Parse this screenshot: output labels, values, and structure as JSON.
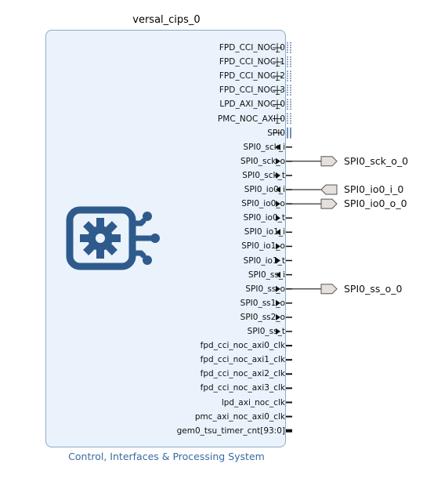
{
  "ip": {
    "title": "versal_cips_0",
    "subtitle": "Control, Interfaces & Processing System"
  },
  "pins": [
    {
      "name": "FPD_CCI_NOC_0",
      "kind": "bus"
    },
    {
      "name": "FPD_CCI_NOC_1",
      "kind": "bus"
    },
    {
      "name": "FPD_CCI_NOC_2",
      "kind": "bus"
    },
    {
      "name": "FPD_CCI_NOC_3",
      "kind": "bus"
    },
    {
      "name": "LPD_AXI_NOC_0",
      "kind": "bus"
    },
    {
      "name": "PMC_NOC_AXI_0",
      "kind": "bus"
    },
    {
      "name": "SPI0",
      "kind": "bus-open"
    },
    {
      "name": "SPI0_sck_i",
      "kind": "in"
    },
    {
      "name": "SPI0_sck_o",
      "kind": "out",
      "ext": "SPI0_sck_o_0",
      "ext_dir": "out"
    },
    {
      "name": "SPI0_sck_t",
      "kind": "out"
    },
    {
      "name": "SPI0_io0_i",
      "kind": "in",
      "ext": "SPI0_io0_i_0",
      "ext_dir": "in"
    },
    {
      "name": "SPI0_io0_o",
      "kind": "out",
      "ext": "SPI0_io0_o_0",
      "ext_dir": "out"
    },
    {
      "name": "SPI0_io0_t",
      "kind": "out"
    },
    {
      "name": "SPI0_io1_i",
      "kind": "in"
    },
    {
      "name": "SPI0_io1_o",
      "kind": "out"
    },
    {
      "name": "SPI0_io1_t",
      "kind": "out"
    },
    {
      "name": "SPI0_ss_i",
      "kind": "in"
    },
    {
      "name": "SPI0_ss_o",
      "kind": "out",
      "ext": "SPI0_ss_o_0",
      "ext_dir": "out"
    },
    {
      "name": "SPI0_ss1_o",
      "kind": "out"
    },
    {
      "name": "SPI0_ss2_o",
      "kind": "out"
    },
    {
      "name": "SPI0_ss_t",
      "kind": "out"
    },
    {
      "name": "fpd_cci_noc_axi0_clk",
      "kind": "clk"
    },
    {
      "name": "fpd_cci_noc_axi1_clk",
      "kind": "clk"
    },
    {
      "name": "fpd_cci_noc_axi2_clk",
      "kind": "clk"
    },
    {
      "name": "fpd_cci_noc_axi3_clk",
      "kind": "clk"
    },
    {
      "name": "lpd_axi_noc_clk",
      "kind": "clk"
    },
    {
      "name": "pmc_axi_noc_axi0_clk",
      "kind": "clk"
    },
    {
      "name": "gem0_tsu_timer_cnt[93:0]",
      "kind": "busclk"
    }
  ],
  "colors": {
    "block_fill": "#eaf3fc",
    "block_border": "#8eaac8",
    "logo": "#2f5b8c",
    "subtitle": "#3a6aa5",
    "port_fill": "#e6e0dc",
    "port_stroke": "#555555",
    "wire": "#000000",
    "bus_dots": "#3a6aa5"
  },
  "logo_icon": "gear-chip-icon"
}
